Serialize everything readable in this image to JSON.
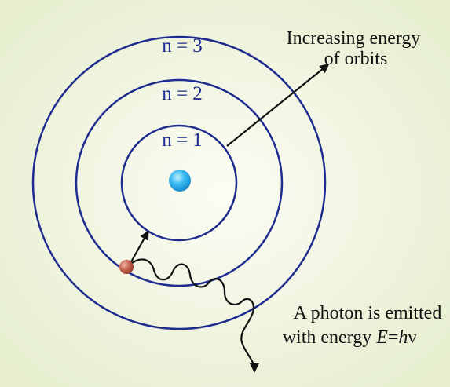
{
  "diagram": {
    "orbit_labels": [
      "n = 3",
      "n = 2",
      "n = 1"
    ],
    "energy_label_line_1": "Increasing energy",
    "energy_label_line_2": "of orbits",
    "photon_label_line_1": "A photon is emitted",
    "photon_label_prefix": "with energy ",
    "photon_label_E": "E",
    "photon_label_equals": "=",
    "photon_label_h": "h",
    "photon_label_nu": "ν"
  },
  "colors": {
    "background_center": "#fbfbef",
    "background_edge": "#e8efcf",
    "orbit_stroke": "#1f2c8f",
    "nucleus": "#3ab8f0",
    "electron": "#b74a3d",
    "arrow": "#111111"
  }
}
